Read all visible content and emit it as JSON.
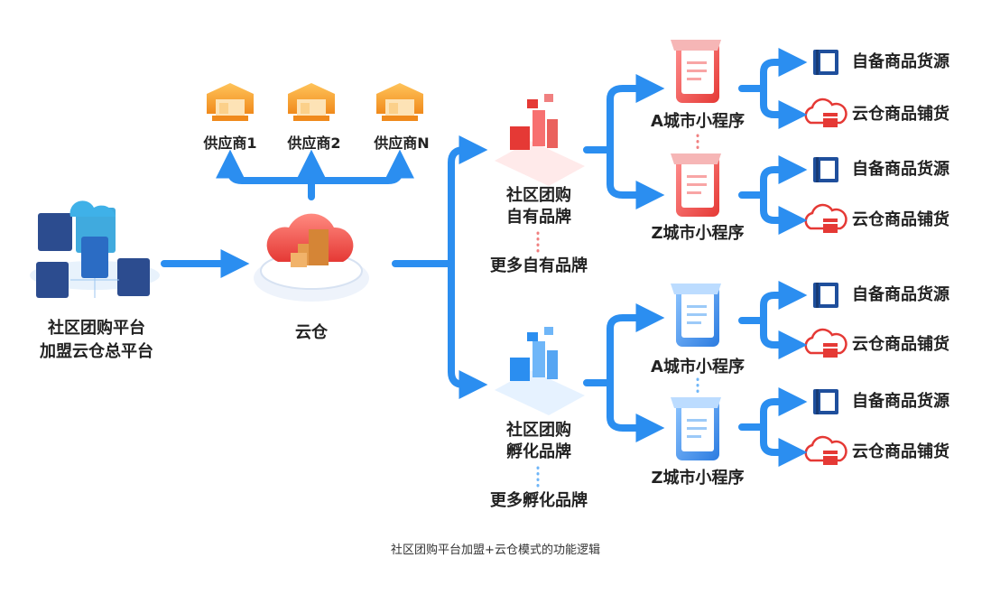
{
  "colors": {
    "arrow": "#2b8ef0",
    "red": "#f04b4b",
    "navy": "#1f4f9c",
    "orange": "#f5a030"
  },
  "suppliers": [
    "供应商1",
    "供应商2",
    "供应商N"
  ],
  "hq": {
    "line1": "社区团购平台",
    "line2": "加盟云仓总平台"
  },
  "warehouse": {
    "label": "云仓"
  },
  "brand_own": {
    "line1": "社区团购",
    "line2": "自有品牌",
    "more": "更多自有品牌"
  },
  "brand_incubate": {
    "line1": "社区团购",
    "line2": "孵化品牌",
    "more": "更多孵化品牌"
  },
  "miniprog": {
    "a": "A城市小程序",
    "z": "Z城市小程序"
  },
  "goods": {
    "own": "自备商品货源",
    "cloud": "云仓商品铺货"
  },
  "caption": "社区团购平台加盟+云仓模式的功能逻辑"
}
